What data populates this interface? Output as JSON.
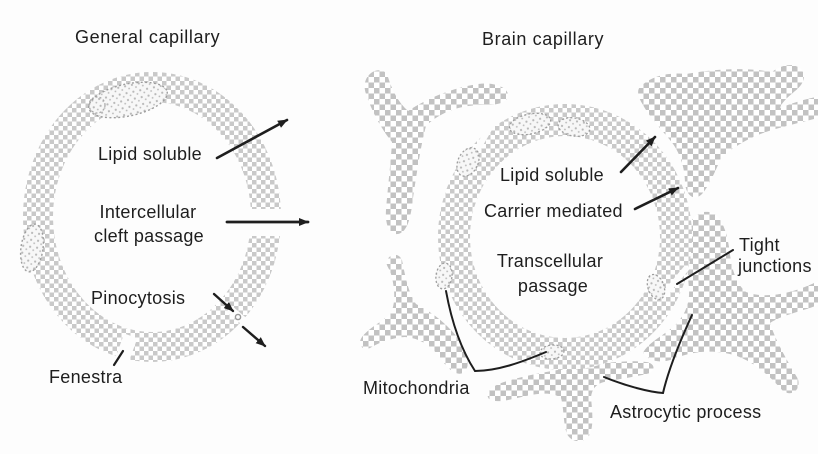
{
  "colors": {
    "ink": "#1e1e1e",
    "stipple_wall": "#c9c9c9",
    "stipple_astro": "#c2c2c2",
    "mito_dot": "#b8b8b8",
    "mito_base": "#f7f7f7",
    "background": "#fdfdfd"
  },
  "left_panel": {
    "title": "General capillary",
    "labels": {
      "lipid_soluble": "Lipid soluble",
      "intercellular_line1": "Intercellular",
      "intercellular_line2": "cleft passage",
      "pinocytosis": "Pinocytosis",
      "fenestra": "Fenestra"
    }
  },
  "right_panel": {
    "title": "Brain capillary",
    "labels": {
      "lipid_soluble": "Lipid soluble",
      "carrier_mediated": "Carrier mediated",
      "transcellular_line1": "Transcellular",
      "transcellular_line2": "passage",
      "tight_junctions_line1": "Tight",
      "tight_junctions_line2": "junctions",
      "mitochondria": "Mitochondria",
      "astrocytic_process": "Astrocytic process"
    }
  }
}
